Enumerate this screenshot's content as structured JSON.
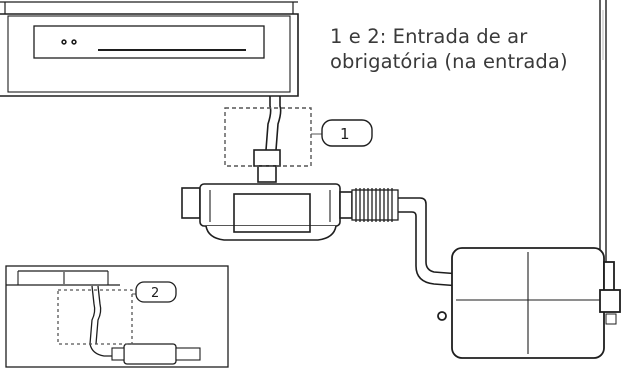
{
  "caption": {
    "line1": "1 e 2: Entrada de ar",
    "line2": "obrigatória (na entrada)"
  },
  "callouts": {
    "callout_1": "1",
    "callout_2": "2"
  },
  "colors": {
    "stroke": "#1e1e1e",
    "dash": "#555555",
    "text": "#3a3a3a"
  }
}
